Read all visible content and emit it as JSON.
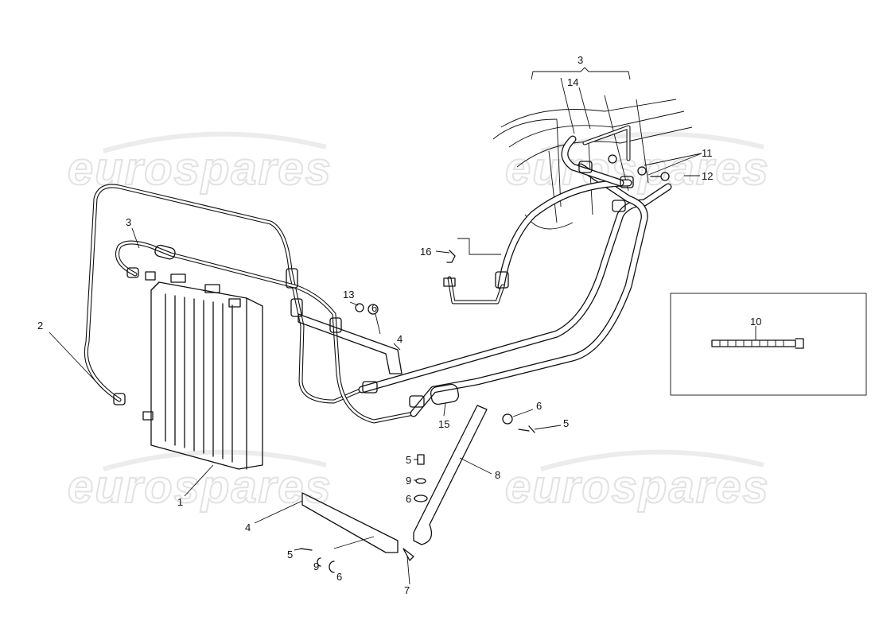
{
  "watermark": "eurospares",
  "callouts": [
    "3",
    "14",
    "11",
    "12",
    "16",
    "3",
    "2",
    "13",
    "6",
    "4",
    "15",
    "6",
    "5",
    "5",
    "9",
    "6",
    "8",
    "4",
    "1",
    "5",
    "9",
    "6",
    "7",
    "10"
  ]
}
